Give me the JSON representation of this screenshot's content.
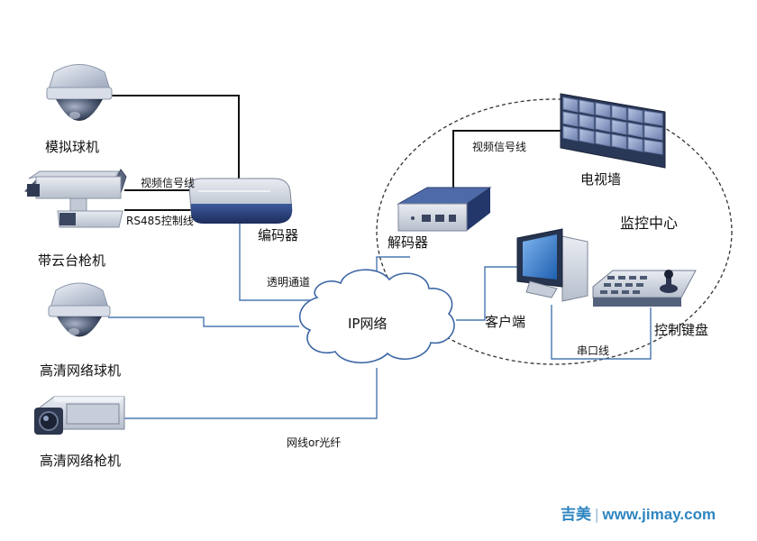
{
  "devices": {
    "analog_dome": "模拟球机",
    "ptz_gun": "带云台枪机",
    "hd_dome": "高清网络球机",
    "hd_gun": "高清网络枪机",
    "encoder": "编码器",
    "decoder": "解码器",
    "video_wall": "电视墙",
    "client": "客户端",
    "keyboard": "控制键盘"
  },
  "links": {
    "video_signal_left": "视频信号线",
    "rs485": "RS485控制线",
    "transparent_channel": "透明通道",
    "video_signal_right": "视频信号线",
    "serial_line": "串口线",
    "network_fiber": "网线or光纤"
  },
  "network": {
    "cloud_label": "IP网络"
  },
  "monitor_center": {
    "label": "监控中心"
  },
  "watermark": {
    "brand": "吉美",
    "url": "www.jimay.com"
  },
  "colors": {
    "blue_line": "#4a78b0",
    "black_line": "#111111",
    "watermark": "#2e86c1"
  }
}
